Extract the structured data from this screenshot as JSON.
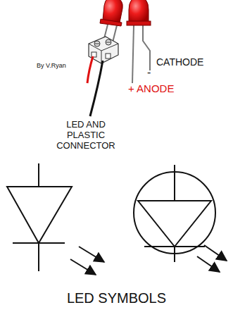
{
  "diagram": {
    "caption": "LED SYMBOLS",
    "labels": [
      "By V.Ryan",
      "CATHODE",
      "-",
      "+ ANODE",
      "LED AND PLASTIC CONNECTOR"
    ]
  }
}
